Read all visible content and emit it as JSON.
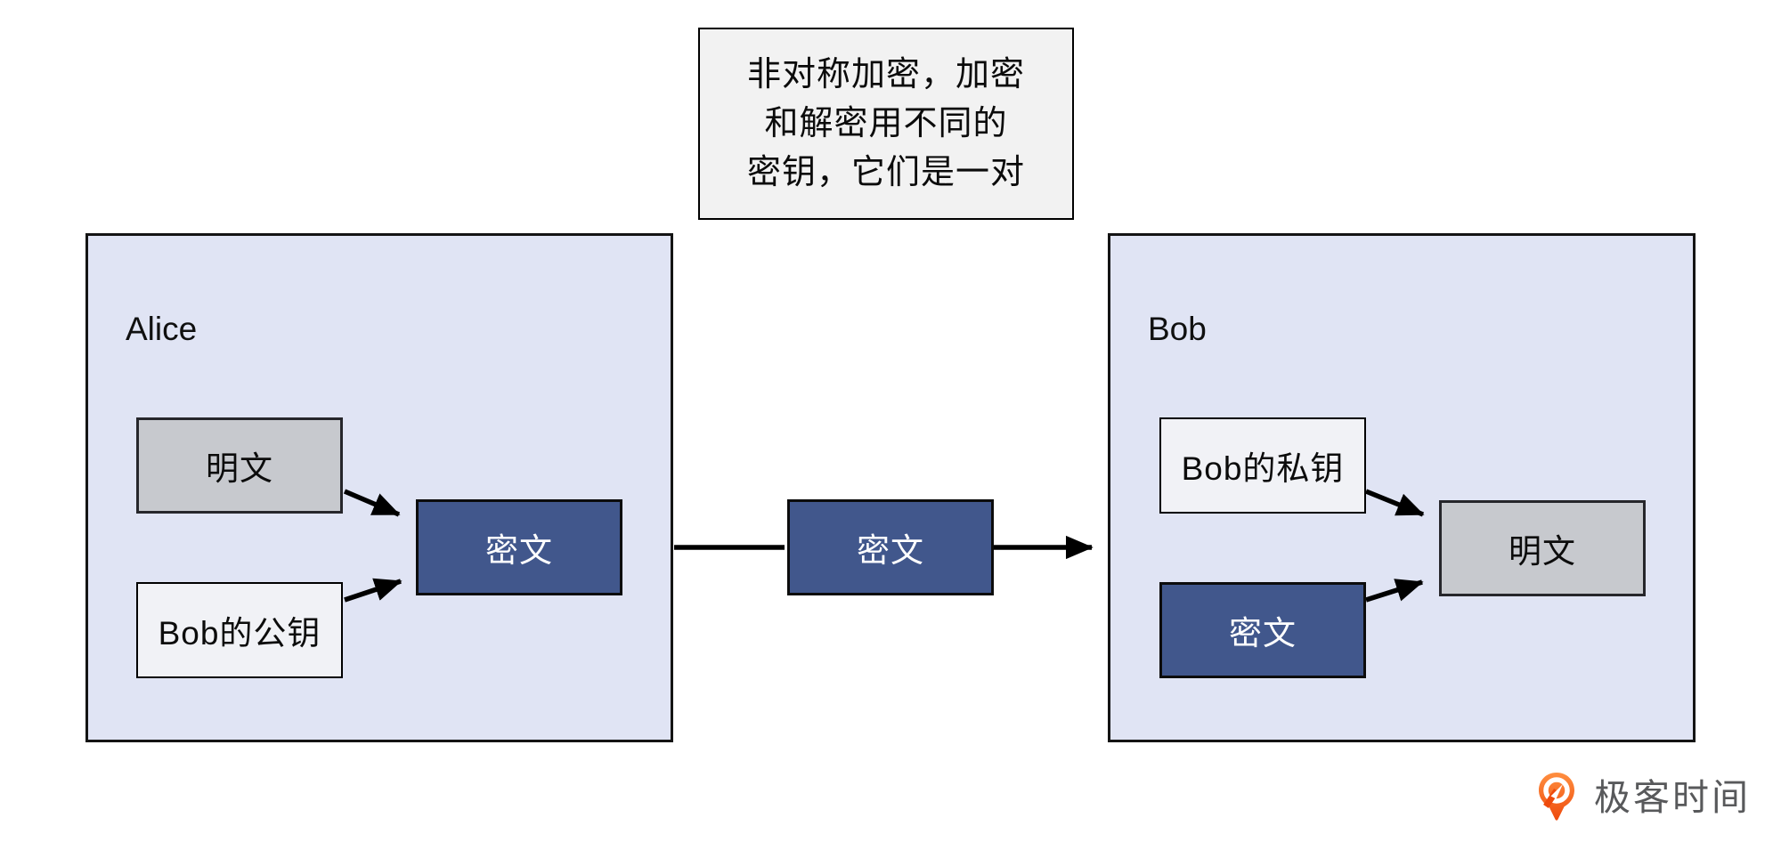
{
  "note": {
    "lines": [
      "非对称加密，加密",
      "和解密用不同的",
      "密钥，它们是一对"
    ]
  },
  "alice": {
    "label": "Alice",
    "plaintext": "明文",
    "public_key": "Bob的公钥",
    "ciphertext": "密文"
  },
  "channel": {
    "ciphertext": "密文"
  },
  "bob": {
    "label": "Bob",
    "private_key": "Bob的私钥",
    "ciphertext": "密文",
    "plaintext": "明文"
  },
  "logo": {
    "text": "极客时间"
  },
  "colors": {
    "container_fill": "#e0e4f4",
    "note_fill": "#f2f2f2",
    "plaintext_fill": "#c7c9ce",
    "key_fill": "#f1f2f6",
    "ciphertext_fill": "#41578c",
    "ciphertext_text": "#ffffff",
    "arrow": "#000000",
    "logo_orange_light": "#ff8f40",
    "logo_orange_dark": "#ee4a0c",
    "logo_text": "#58595b"
  }
}
